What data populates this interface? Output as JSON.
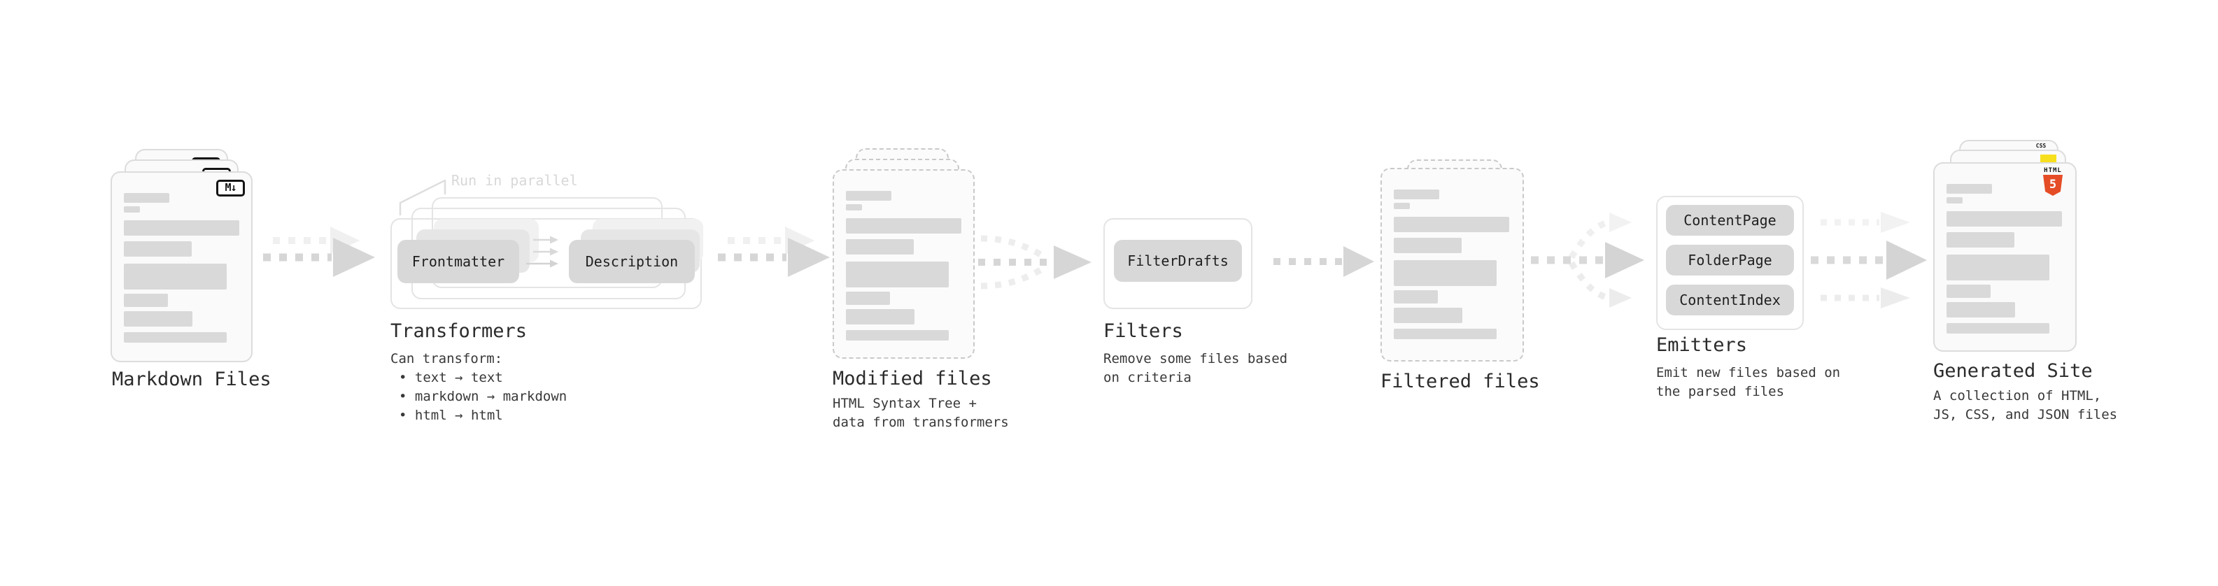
{
  "diagram": {
    "markdown_files": {
      "label": "Markdown Files",
      "icon": "M↓"
    },
    "transformers": {
      "annotation": "Run in parallel",
      "transformer_left": "Frontmatter",
      "transformer_right": "Description",
      "heading": "Transformers",
      "description_title": "Can transform:",
      "bullets": [
        "• text → text",
        "• markdown → markdown",
        "• html → html"
      ]
    },
    "modified_files": {
      "heading": "Modified files",
      "description_line1": "HTML Syntax Tree +",
      "description_line2": "data from transformers"
    },
    "filters": {
      "filter_name": "FilterDrafts",
      "heading": "Filters",
      "description_line1": "Remove some files based",
      "description_line2": "on criteria"
    },
    "filtered_files": {
      "heading": "Filtered files"
    },
    "emitters": {
      "pills": [
        "ContentPage",
        "FolderPage",
        "ContentIndex"
      ],
      "heading": "Emitters",
      "description_line1": "Emit new files based on",
      "description_line2": "the parsed files"
    },
    "generated_site": {
      "heading": "Generated Site",
      "description_line1": "A collection of HTML,",
      "description_line2": "JS, CSS, and JSON files",
      "icons": {
        "html_label": "HTML",
        "html_number": "5",
        "css_label": "CSS"
      }
    }
  },
  "colors": {
    "html_orange": "#e44d26",
    "js_yellow": "#f7df1e",
    "css_blue": "#2c65f2"
  },
  "skeleton_bars": [
    {
      "w": 65,
      "h": 14,
      "mt": 29
    },
    {
      "w": 23,
      "h": 9,
      "mt": 5
    },
    {
      "w": 165,
      "h": 22,
      "mt": 11
    },
    {
      "w": 97,
      "h": 22,
      "mt": 8
    },
    {
      "w": 147,
      "h": 37,
      "mt": 10
    },
    {
      "w": 63,
      "h": 19,
      "mt": 6
    },
    {
      "w": 98,
      "h": 22,
      "mt": 6
    },
    {
      "w": 147,
      "h": 15,
      "mt": 8
    }
  ]
}
